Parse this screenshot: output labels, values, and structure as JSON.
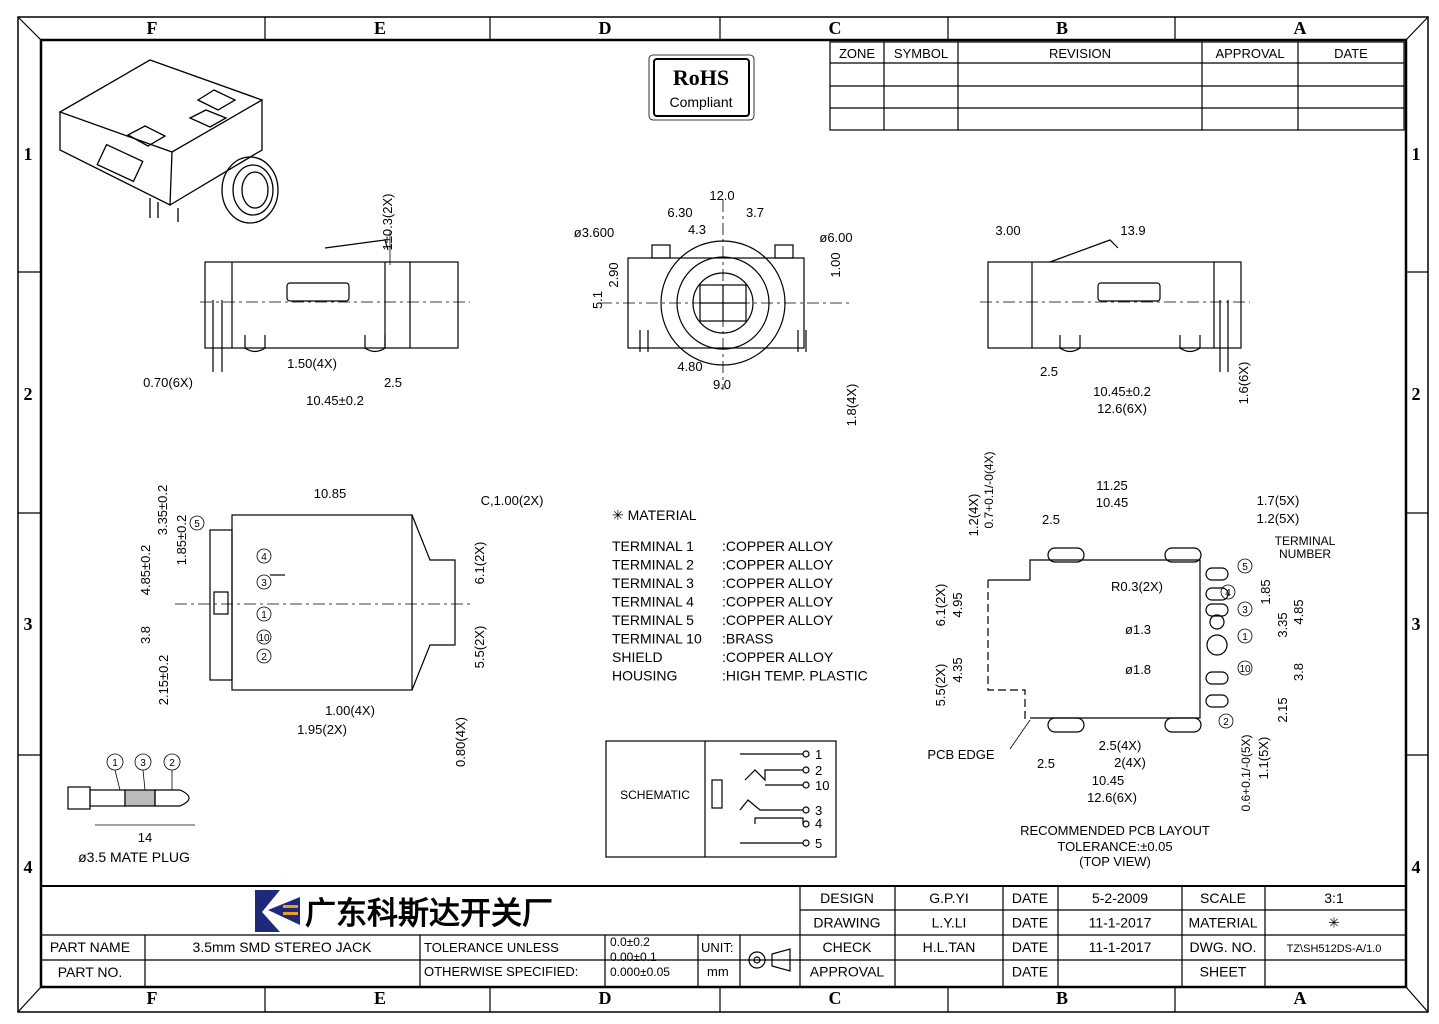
{
  "frame": {
    "columns": [
      "F",
      "E",
      "D",
      "C",
      "B",
      "A"
    ],
    "rows": [
      "1",
      "2",
      "3",
      "4"
    ]
  },
  "rohs": {
    "line1": "RoHS",
    "line2": "Compliant"
  },
  "revision_table": {
    "headers": [
      "ZONE",
      "SYMBOL",
      "REVISION",
      "APPROVAL",
      "DATE"
    ]
  },
  "views": {
    "side_left": {
      "dims": [
        "1±0.3(2X)",
        "1.50(4X)",
        "0.70(6X)",
        "2.5",
        "10.45±0.2"
      ]
    },
    "front": {
      "dims": [
        "12.0",
        "6.30",
        "3.7",
        "4.3",
        "ø3.600",
        "ø6.00",
        "5.1",
        "2.90",
        "1.00",
        "4.80",
        "9.0",
        "1.8(4X)"
      ]
    },
    "side_right": {
      "dims": [
        "3.00",
        "13.9",
        "2.5",
        "10.45±0.2",
        "12.6(6X)",
        "1.6(6X)"
      ]
    },
    "bottom": {
      "dims": [
        "10.85",
        "C,1.00(2X)",
        "3.35±0.2",
        "1.85±0.2",
        "4.85±0.2",
        "3.8",
        "2.15±0.2",
        "6.1(2X)",
        "5.5(2X)",
        "1.00(4X)",
        "1.95(2X)",
        "0.80(4X)"
      ],
      "terminals": [
        "5",
        "4",
        "3",
        "1",
        "10",
        "2"
      ]
    },
    "pcb": {
      "dims": [
        "11.25",
        "10.45",
        "2.5",
        "1.7(5X)",
        "1.2(5X)",
        "1.2(4X)",
        "0.7+0.1/-0(4X)",
        "R0.3(2X)",
        "ø1.3",
        "ø1.8",
        "6.1(2X)",
        "4.95",
        "5.5(2X)",
        "4.35",
        "1.85",
        "3.35",
        "4.85",
        "3.8",
        "2.15",
        "2.5(4X)",
        "2(4X)",
        "2.5",
        "10.45",
        "12.6(6X)",
        "0.6+0.1/-0(5X)",
        "1.1(5X)"
      ],
      "terminal_label_1": "TERMINAL",
      "terminal_label_2": "NUMBER",
      "terminals": [
        "5",
        "4",
        "3",
        "1",
        "10",
        "2"
      ],
      "pcb_edge": "PCB EDGE",
      "caption": [
        "RECOMMENDED PCB LAYOUT",
        "TOLERANCE:±0.05",
        "(TOP VIEW)"
      ]
    },
    "plug": {
      "labels": [
        "1",
        "3",
        "2"
      ],
      "dim": "14",
      "caption": "ø3.5 MATE PLUG"
    }
  },
  "material": {
    "title": "✳ MATERIAL",
    "rows": [
      {
        "part": "TERMINAL 1",
        "mat": ":COPPER ALLOY"
      },
      {
        "part": "TERMINAL 2",
        "mat": ":COPPER ALLOY"
      },
      {
        "part": "TERMINAL 3",
        "mat": ":COPPER ALLOY"
      },
      {
        "part": "TERMINAL 4",
        "mat": ":COPPER ALLOY"
      },
      {
        "part": "TERMINAL 5",
        "mat": ":COPPER ALLOY"
      },
      {
        "part": "TERMINAL 10",
        "mat": ":BRASS"
      },
      {
        "part": "SHIELD",
        "mat": ":COPPER ALLOY"
      },
      {
        "part": "HOUSING",
        "mat": ":HIGH TEMP. PLASTIC"
      }
    ]
  },
  "schematic": {
    "label": "SCHEMATIC",
    "pins": [
      "1",
      "2",
      "10",
      "3",
      "4",
      "5"
    ]
  },
  "title_block": {
    "company": "广东科斯达开关厂",
    "part_name_label": "PART NAME",
    "part_name": "3.5mm SMD STEREO JACK",
    "part_no_label": "PART NO.",
    "tolerance_label_1": "TOLERANCE UNLESS",
    "tolerance_label_2": "OTHERWISE SPECIFIED:",
    "tolerances": [
      "0.0±0.2",
      "0.00±0.1",
      "0.000±0.05"
    ],
    "unit_label": "UNIT:",
    "unit": "mm",
    "rows": [
      {
        "label": "DESIGN",
        "person": "G.P.YI",
        "dlabel": "DATE",
        "date": "5-2-2009",
        "klabel": "SCALE",
        "kval": "3:1"
      },
      {
        "label": "DRAWING",
        "person": "L.Y.LI",
        "dlabel": "DATE",
        "date": "11-1-2017",
        "klabel": "MATERIAL",
        "kval": "✳"
      },
      {
        "label": "CHECK",
        "person": "H.L.TAN",
        "dlabel": "DATE",
        "date": "11-1-2017",
        "klabel": "DWG. NO.",
        "kval": "TZ\\SH512DS-A/1.0"
      },
      {
        "label": "APPROVAL",
        "person": "",
        "dlabel": "DATE",
        "date": "",
        "klabel": "SHEET",
        "kval": ""
      }
    ]
  }
}
